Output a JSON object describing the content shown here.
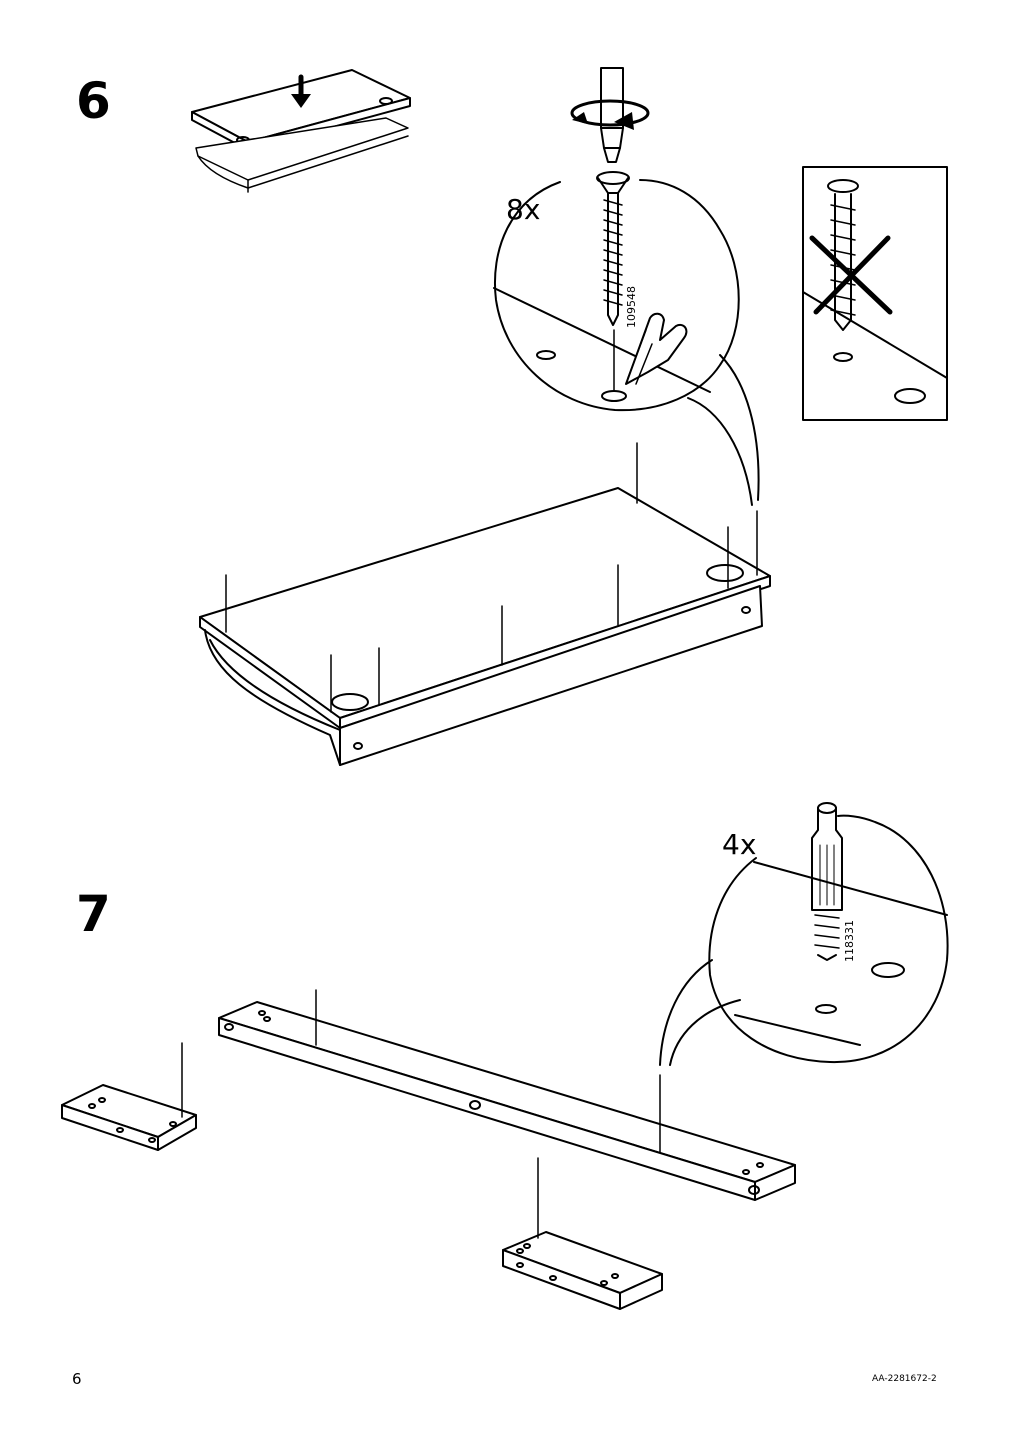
{
  "steps": [
    {
      "number": "6",
      "quantity": "8x",
      "part_number": "109548"
    },
    {
      "number": "7",
      "quantity": "4x",
      "part_number": "118331"
    }
  ],
  "footer": {
    "page_number": "6",
    "document_code": "AA-2281672-2"
  },
  "icons": {
    "rotate": "clockwise-rotation-arrow-icon",
    "down": "down-arrow-icon",
    "wrong": "cross-mark-icon",
    "touch": "pointing-finger-icon"
  }
}
